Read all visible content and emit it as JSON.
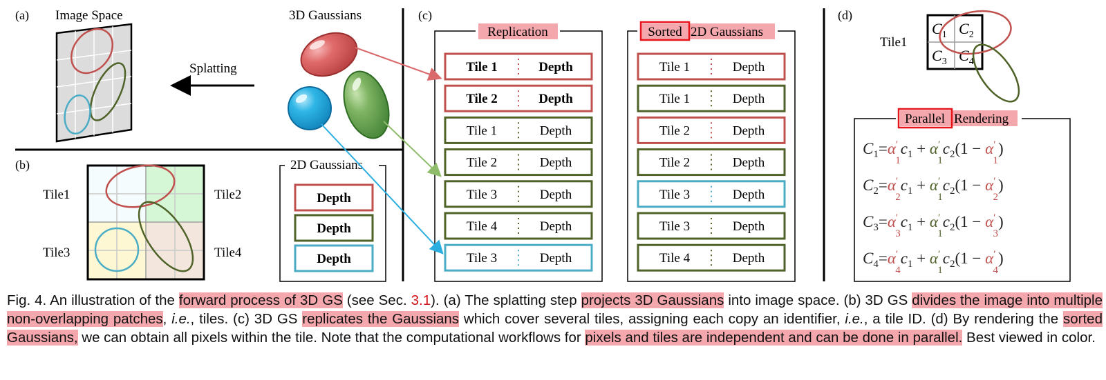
{
  "panel_a": {
    "letter": "(a)",
    "image_space_label": "Image Space",
    "gaussians_label": "3D Gaussians",
    "splatting_label": "Splatting"
  },
  "panel_b": {
    "letter": "(b)",
    "tiles": [
      "Tile1",
      "Tile2",
      "Tile3",
      "Tile4"
    ],
    "box_title": "2D Gaussians",
    "depth_rows": [
      "Depth",
      "Depth",
      "Depth"
    ]
  },
  "panel_c": {
    "letter": "(c)",
    "replication": {
      "title": "Replication",
      "rows": [
        {
          "tile": "Tile 1",
          "depth": "Depth",
          "color": "#c0504d",
          "bold": true
        },
        {
          "tile": "Tile 2",
          "depth": "Depth",
          "color": "#c0504d",
          "bold": true
        },
        {
          "tile": "Tile 1",
          "depth": "Depth",
          "color": "#4f6228",
          "bold": false
        },
        {
          "tile": "Tile 2",
          "depth": "Depth",
          "color": "#4f6228",
          "bold": false
        },
        {
          "tile": "Tile 3",
          "depth": "Depth",
          "color": "#4f6228",
          "bold": false
        },
        {
          "tile": "Tile 4",
          "depth": "Depth",
          "color": "#4f6228",
          "bold": false
        },
        {
          "tile": "Tile 3",
          "depth": "Depth",
          "color": "#4bacc6",
          "bold": false
        }
      ]
    },
    "sorted": {
      "title_boxed": "Sorted",
      "title_rest": "2D Gaussians",
      "rows": [
        {
          "tile": "Tile 1",
          "depth": "Depth",
          "color": "#c0504d"
        },
        {
          "tile": "Tile 1",
          "depth": "Depth",
          "color": "#4f6228"
        },
        {
          "tile": "Tile 2",
          "depth": "Depth",
          "color": "#c0504d"
        },
        {
          "tile": "Tile 2",
          "depth": "Depth",
          "color": "#4f6228"
        },
        {
          "tile": "Tile 3",
          "depth": "Depth",
          "color": "#4bacc6"
        },
        {
          "tile": "Tile 3",
          "depth": "Depth",
          "color": "#4f6228"
        },
        {
          "tile": "Tile 4",
          "depth": "Depth",
          "color": "#4f6228"
        }
      ]
    }
  },
  "panel_d": {
    "letter": "(d)",
    "tile_label": "Tile1",
    "cells": [
      "C1",
      "C2",
      "C3",
      "C4"
    ],
    "title_boxed": "Parallel",
    "title_rest": "Rendering",
    "equations": [
      {
        "lhs": "C",
        "idx": "1"
      },
      {
        "lhs": "C",
        "idx": "2"
      },
      {
        "lhs": "C",
        "idx": "3"
      },
      {
        "lhs": "C",
        "idx": "4"
      }
    ]
  },
  "colors": {
    "red": "#c0504d",
    "green": "#4f6228",
    "blue": "#4bacc6",
    "highlight": "#f4a8ad",
    "box_red": "#e8141c"
  },
  "caption": {
    "p1": "Fig. 4. An illustration of the ",
    "h1": "forward process of 3D GS",
    "p2": " (see Sec. ",
    "ref": "3.1",
    "p3": "). (a) The splatting step ",
    "h2": "projects 3D Gaussians",
    "p4": " into image space. (b) 3D GS ",
    "h3": "divides the image into multiple non-overlapping patches",
    "p5": ", ",
    "ie1": "i.e.",
    "p6": ", tiles. (c) 3D GS ",
    "h4": "replicates the Gaussians",
    "p7": " which cover several tiles, assigning each copy an identifier, ",
    "ie2": "i.e.",
    "p8": ", a tile ID. (d) By rendering the ",
    "h5": "sorted Gaussians,",
    "p9": " we can obtain all pixels within the tile. Note that the computational workflows for ",
    "h6": "pixels and tiles are independent and can be done in parallel.",
    "p10": " Best viewed in color."
  }
}
